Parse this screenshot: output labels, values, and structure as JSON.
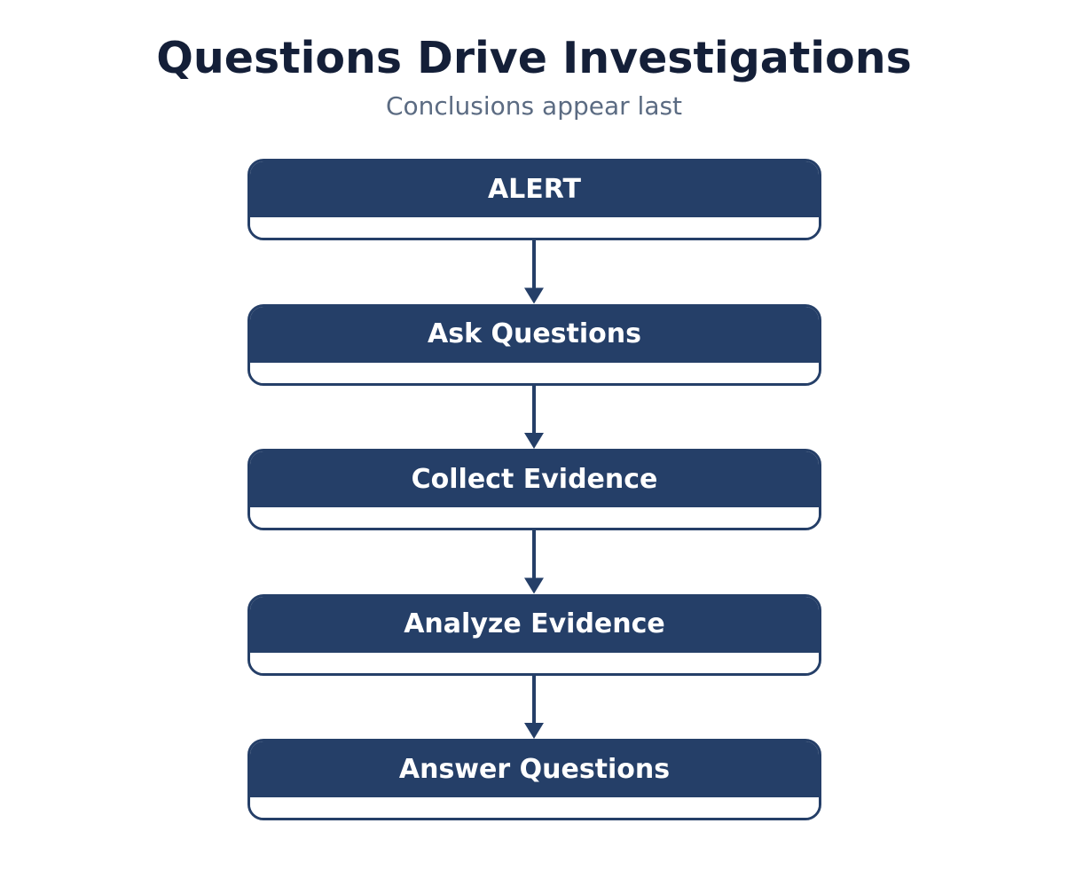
{
  "header": {
    "title": "Questions Drive Investigations",
    "subtitle": "Conclusions appear last"
  },
  "colors": {
    "node_fill": "#253f68",
    "node_text": "#ffffff",
    "title_text": "#141f38",
    "subtitle_text": "#5b6b82",
    "arrow": "#253f68"
  },
  "flow": {
    "steps": [
      {
        "label": "ALERT"
      },
      {
        "label": "Ask Questions"
      },
      {
        "label": "Collect Evidence"
      },
      {
        "label": "Analyze Evidence"
      },
      {
        "label": "Answer Questions"
      }
    ],
    "edges": [
      {
        "from": 0,
        "to": 1
      },
      {
        "from": 1,
        "to": 2
      },
      {
        "from": 2,
        "to": 3
      },
      {
        "from": 3,
        "to": 4
      }
    ]
  }
}
